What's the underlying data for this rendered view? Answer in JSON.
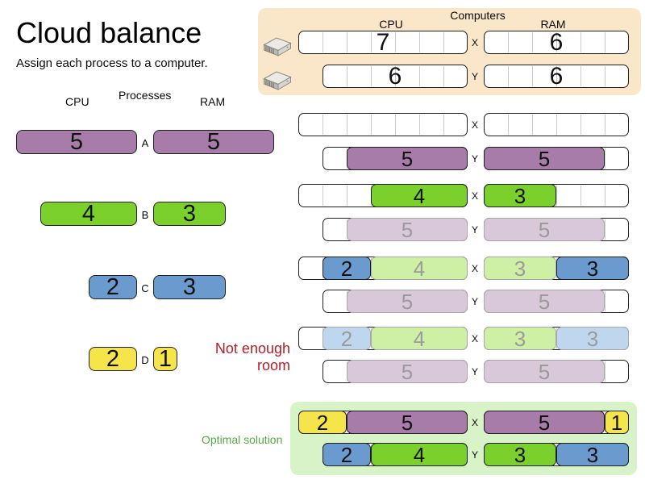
{
  "title": "Cloud balance",
  "subtitle": "Assign each process to a computer.",
  "left_headers": {
    "cpu": "CPU",
    "title": "Processes",
    "ram": "RAM"
  },
  "computers_panel": {
    "title": "Computers",
    "cpu_label": "CPU",
    "ram_label": "RAM",
    "computers": [
      {
        "name": "X",
        "cpu": 7,
        "ram": 6
      },
      {
        "name": "Y",
        "cpu": 6,
        "ram": 6
      }
    ]
  },
  "processes": [
    {
      "name": "A",
      "cpu": 5,
      "ram": 5,
      "color": "purple"
    },
    {
      "name": "B",
      "cpu": 4,
      "ram": 3,
      "color": "green"
    },
    {
      "name": "C",
      "cpu": 2,
      "ram": 3,
      "color": "blue"
    },
    {
      "name": "D",
      "cpu": 2,
      "ram": 1,
      "color": "yellow"
    }
  ],
  "assignment_steps": [
    {
      "rows": [
        {
          "computer": "X",
          "cpu": [],
          "ram": []
        },
        {
          "computer": "Y",
          "cpu": [
            {
              "value": 5,
              "color": "purple",
              "faded": false
            }
          ],
          "ram": [
            {
              "value": 5,
              "color": "purple",
              "faded": false
            }
          ]
        }
      ]
    },
    {
      "rows": [
        {
          "computer": "X",
          "cpu": [
            {
              "value": 4,
              "color": "green",
              "faded": false
            }
          ],
          "ram": [
            {
              "value": 3,
              "color": "green",
              "faded": false
            }
          ]
        },
        {
          "computer": "Y",
          "cpu": [
            {
              "value": 5,
              "color": "purple",
              "faded": true
            }
          ],
          "ram": [
            {
              "value": 5,
              "color": "purple",
              "faded": true
            }
          ]
        }
      ]
    },
    {
      "rows": [
        {
          "computer": "X",
          "cpu": [
            {
              "value": 2,
              "color": "blue",
              "faded": false
            },
            {
              "value": 4,
              "color": "green",
              "faded": true
            }
          ],
          "ram": [
            {
              "value": 3,
              "color": "green",
              "faded": true
            },
            {
              "value": 3,
              "color": "blue",
              "faded": false
            }
          ]
        },
        {
          "computer": "Y",
          "cpu": [
            {
              "value": 5,
              "color": "purple",
              "faded": true
            }
          ],
          "ram": [
            {
              "value": 5,
              "color": "purple",
              "faded": true
            }
          ]
        }
      ]
    },
    {
      "rows": [
        {
          "computer": "X",
          "cpu": [
            {
              "value": 2,
              "color": "blue",
              "faded": true
            },
            {
              "value": 4,
              "color": "green",
              "faded": true
            }
          ],
          "ram": [
            {
              "value": 3,
              "color": "green",
              "faded": true
            },
            {
              "value": 3,
              "color": "blue",
              "faded": true
            }
          ]
        },
        {
          "computer": "Y",
          "cpu": [
            {
              "value": 5,
              "color": "purple",
              "faded": true
            }
          ],
          "ram": [
            {
              "value": 5,
              "color": "purple",
              "faded": true
            }
          ]
        }
      ]
    }
  ],
  "optimal_step": {
    "rows": [
      {
        "computer": "X",
        "cpu": [
          {
            "value": 2,
            "color": "yellow",
            "faded": false
          },
          {
            "value": 5,
            "color": "purple",
            "faded": false
          }
        ],
        "ram": [
          {
            "value": 5,
            "color": "purple",
            "faded": false
          },
          {
            "value": 1,
            "color": "yellow",
            "faded": false
          }
        ]
      },
      {
        "computer": "Y",
        "cpu": [
          {
            "value": 2,
            "color": "blue",
            "faded": false
          },
          {
            "value": 4,
            "color": "green",
            "faded": false
          }
        ],
        "ram": [
          {
            "value": 3,
            "color": "green",
            "faded": false
          },
          {
            "value": 3,
            "color": "blue",
            "faded": false
          }
        ]
      }
    ]
  },
  "annotations": {
    "not_enough_room": "Not enough room",
    "optimal": "Optimal solution"
  },
  "colors": {
    "purple": "#a87ca8",
    "purple_faded": "#d9c7da",
    "green": "#7cd02b",
    "green_faded": "#cdf0a5",
    "blue": "#6b9ace",
    "blue_faded": "#bfd7ee",
    "yellow": "#f6e44b",
    "bar_border": "#1f1f1f",
    "faded_border": "#a9a9a9",
    "faded_text": "#9b9b9b",
    "grid_line": "#cccccc",
    "computers_panel_bg": "#fae7ca",
    "optimal_panel_bg": "#d9f3c8",
    "note_red": "#b22028",
    "note_green": "#55a844"
  }
}
